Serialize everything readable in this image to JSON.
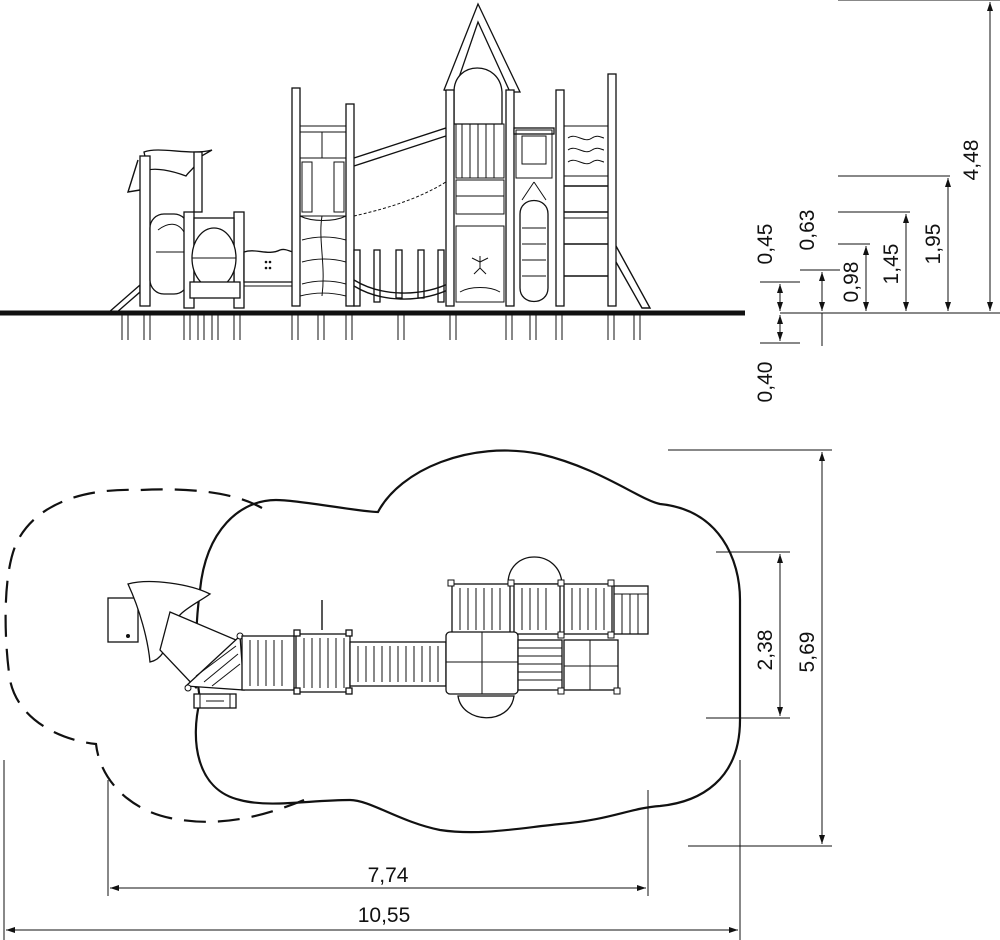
{
  "drawing": {
    "elevation_view": {
      "dimensions": {
        "total_height": "4,48",
        "height_1": "1,95",
        "height_2": "1,45",
        "height_3": "0,98",
        "height_4": "0,63",
        "height_5": "0,45",
        "foundation_depth": "0,40"
      }
    },
    "plan_view": {
      "dimensions": {
        "width_overall": "10,55",
        "width_structure": "7,74",
        "depth_overall": "5,69",
        "depth_structure": "2,38"
      }
    }
  }
}
